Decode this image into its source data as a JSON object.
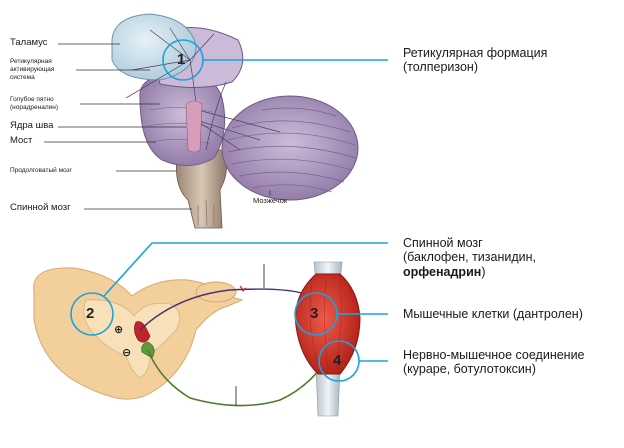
{
  "brain_labels": {
    "thalamus": "Таламус",
    "ras": [
      "Ретикулярная",
      "активирующая",
      "система"
    ],
    "locus": [
      "Голубое пятно",
      "(норадреналин)"
    ],
    "raphe": "Ядра шва",
    "pons": "Мост",
    "medulla": "Продолговатый мозг",
    "spinal_cord": "Спинной мозг",
    "cerebellum": "Мозжечок"
  },
  "sites": [
    {
      "number": "1",
      "title": "Ретикулярная формация",
      "line2": "(толперизон)"
    },
    {
      "number": "2",
      "title": "Спинной мозг",
      "line2": "(баклофен, тизанидин,",
      "line3_bold": "орфенадрин",
      "line3_tail": ")"
    },
    {
      "number": "3",
      "title": "Мышечные клетки (дантролен)"
    },
    {
      "number": "4",
      "title": "Нервно-мышечное соединение",
      "line2": "(кураре, ботулотоксин)"
    }
  ],
  "signs": {
    "plus": "⊕",
    "minus": "⊖"
  },
  "colors": {
    "callout": "#1aa3dc",
    "spinal_tissue": "#f3cf9c",
    "brain": "#b39cc4",
    "muscle": "#d8322a"
  }
}
